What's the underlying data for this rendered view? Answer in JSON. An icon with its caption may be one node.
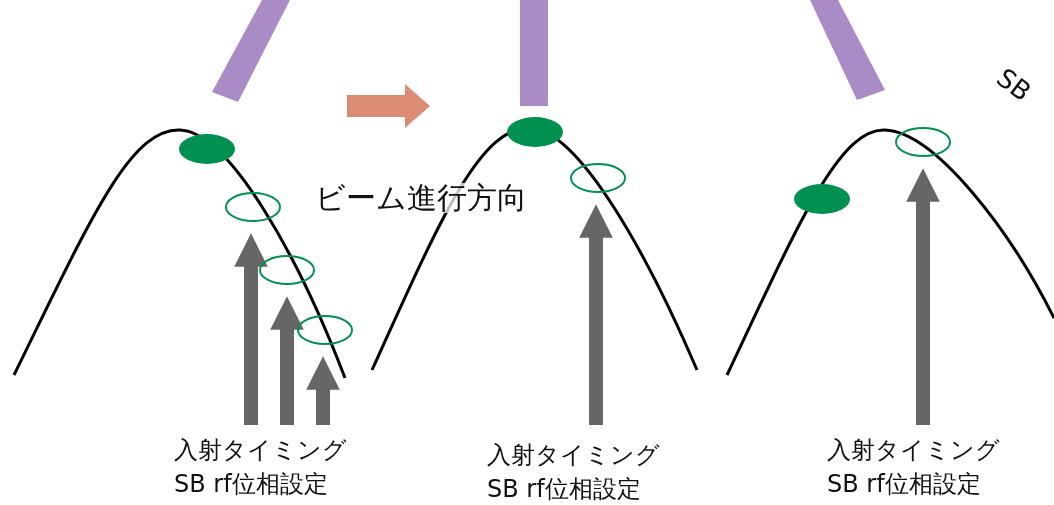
{
  "diagram": {
    "nodes": [
      {
        "text": [],
        "shape": "circle"
      },
      {
        "text": [],
        "shape": "circle"
      },
      {
        "text": [],
        "shape": "circle"
      },
      {
        "text": [],
        "shape": "circle"
      },
      {
        "text": [],
        "shape": "circle"
      }
    ],
    "edges": [
      {
        "from": null,
        "to": 0,
        "arrow": "to"
      },
      {
        "from": null,
        "to": 1,
        "arrow": "to"
      },
      {
        "from": null,
        "to": 2,
        "arrow": "to"
      },
      {
        "from": null,
        "to": 3,
        "arrow": "to"
      },
      {
        "from": null,
        "to": 4,
        "arrow": "to"
      }
    ],
    "labels": [
      "SB",
      "ビーム進行方向",
      "入射タイミング",
      "SB rf位相設定",
      "入射タイミング",
      "SB rf位相設定",
      "入射タイミング",
      "SB rf位相設定"
    ]
  }
}
